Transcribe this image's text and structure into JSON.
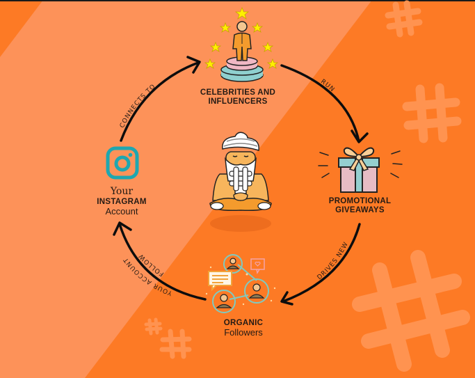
{
  "diagram": {
    "type": "cycle",
    "colors": {
      "background_dark": "#fd7a25",
      "background_light": "#fd9259",
      "hashtag_watermark": "#ff9a5c",
      "text": "#231a14",
      "arrow": "#0d0d0d",
      "instagram_teal": "#1fa7b0",
      "star_yellow": "#fff000"
    },
    "nodes": [
      {
        "id": "celebrities",
        "icon": "celebrity-on-podium-icon",
        "line1": "CELEBRITIES AND",
        "line2": "INFLUENCERS"
      },
      {
        "id": "giveaways",
        "icon": "gift-box-icon",
        "line1": "PROMOTIONAL",
        "line2": "GIVEAWAYS"
      },
      {
        "id": "followers",
        "icon": "social-network-people-icon",
        "line1": "ORGANIC",
        "line2": "Followers"
      },
      {
        "id": "instagram",
        "icon": "instagram-icon",
        "line0": "Your",
        "line1": "INSTAGRAM",
        "line2": "Account"
      }
    ],
    "edges": [
      {
        "from": "instagram",
        "to": "celebrities",
        "label": "CONNECTS TO"
      },
      {
        "from": "celebrities",
        "to": "giveaways",
        "label": "RUN"
      },
      {
        "from": "giveaways",
        "to": "followers",
        "label": "DRIVES NEW"
      },
      {
        "from": "followers",
        "to": "instagram",
        "label_line1": "FOLLOW",
        "label_line2": "YOUR ACCOUNT"
      }
    ],
    "center_icon": "meditating-hashtag-guru-icon"
  }
}
